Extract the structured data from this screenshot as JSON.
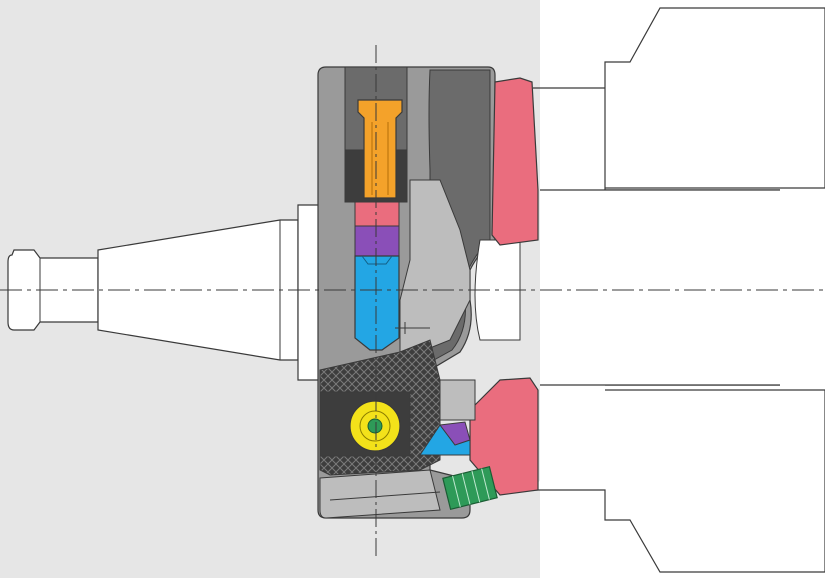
{
  "drawing": {
    "colors": {
      "background_left": "#e6e6e6",
      "background_right": "#ffffff",
      "body_gray": "#9a9a9a",
      "dark_gray": "#6b6b6b",
      "light_gray": "#bdbdbd",
      "outline": "#3a3a3a",
      "pink_seal": "#ea6d7e",
      "orange_insert": "#f4a22a",
      "purple_spacer": "#8a4fb8",
      "blue_pin": "#23a6e4",
      "yellow_cam": "#f3e21a",
      "green_screw": "#2e9a58",
      "crosshatch_dark": "#3d3d3d"
    },
    "parts": [
      "background-panel",
      "machine-spindle",
      "tool-taper-shank",
      "pull-stud",
      "adapter-body",
      "seal-ring",
      "orange-insert",
      "purple-spacer",
      "blue-locating-pin",
      "crosshatched-clamp",
      "yellow-cam-bolt",
      "green-set-screw",
      "centerline",
      "vertical-axis-line"
    ]
  }
}
